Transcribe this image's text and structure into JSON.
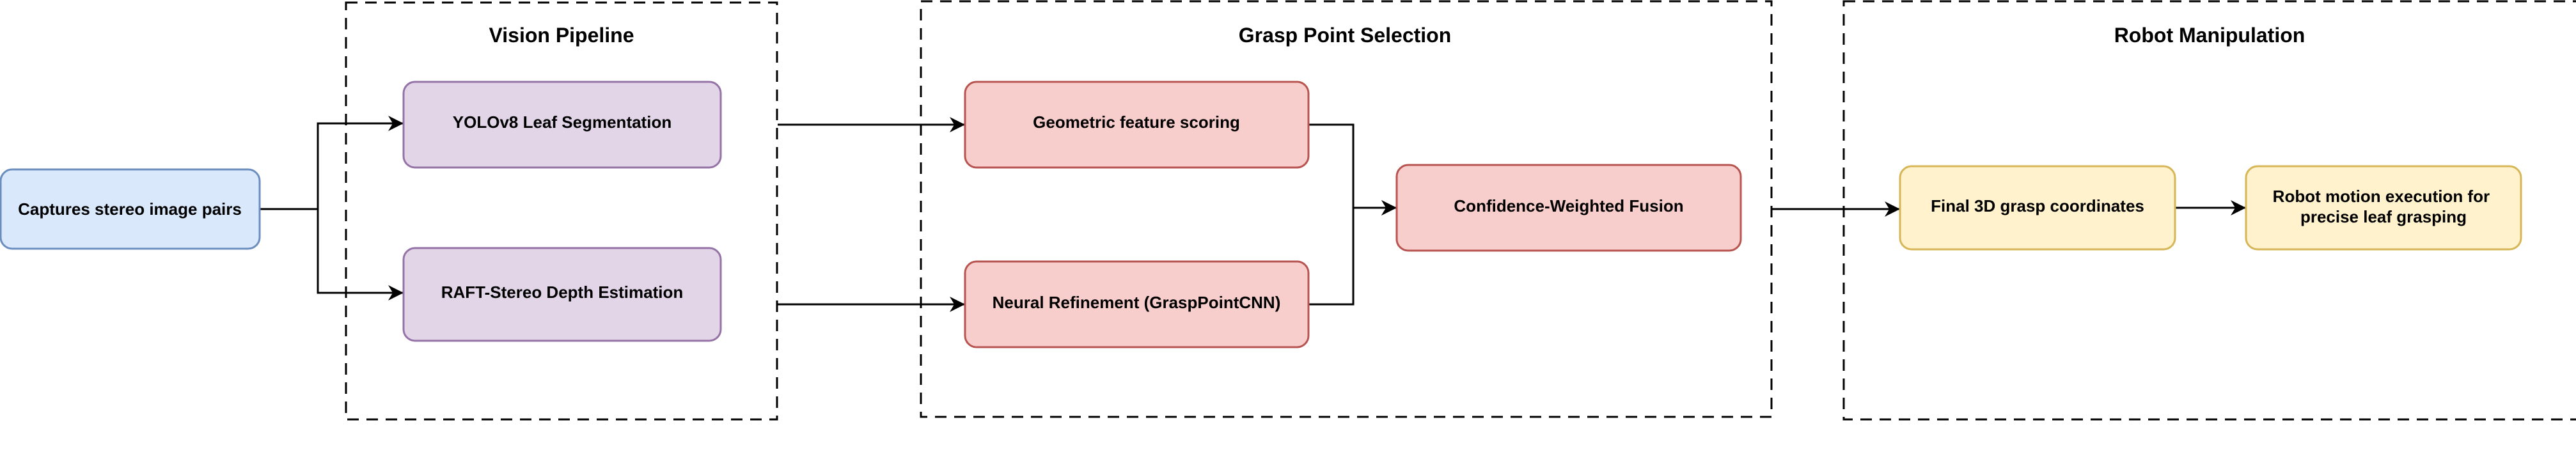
{
  "groups": {
    "vision": {
      "title": "Vision Pipeline"
    },
    "grasp": {
      "title": "Grasp Point Selection"
    },
    "robot": {
      "title": "Robot Manipulation"
    }
  },
  "nodes": {
    "capture": {
      "label": "Captures stereo image pairs",
      "fill": "#dae8fc",
      "stroke": "#6c8ebf"
    },
    "yolo": {
      "label": "YOLOv8 Leaf Segmentation",
      "fill": "#e1d5e7",
      "stroke": "#9673a6"
    },
    "raft": {
      "label": "RAFT-Stereo Depth Estimation",
      "fill": "#e1d5e7",
      "stroke": "#9673a6"
    },
    "geometric": {
      "label": "Geometric feature scoring",
      "fill": "#f8cecc",
      "stroke": "#b85450"
    },
    "neural": {
      "label": "Neural Refinement (GraspPointCNN)",
      "fill": "#f8cecc",
      "stroke": "#b85450"
    },
    "fusion": {
      "label": "Confidence-Weighted Fusion",
      "fill": "#f8cecc",
      "stroke": "#b85450"
    },
    "coords": {
      "label": "Final 3D grasp coordinates",
      "fill": "#fff2cc",
      "stroke": "#d6b656"
    },
    "motion": {
      "label_line1": "Robot motion execution for",
      "label_line2": "precise leaf grasping",
      "fill": "#fff2cc",
      "stroke": "#d6b656"
    }
  }
}
